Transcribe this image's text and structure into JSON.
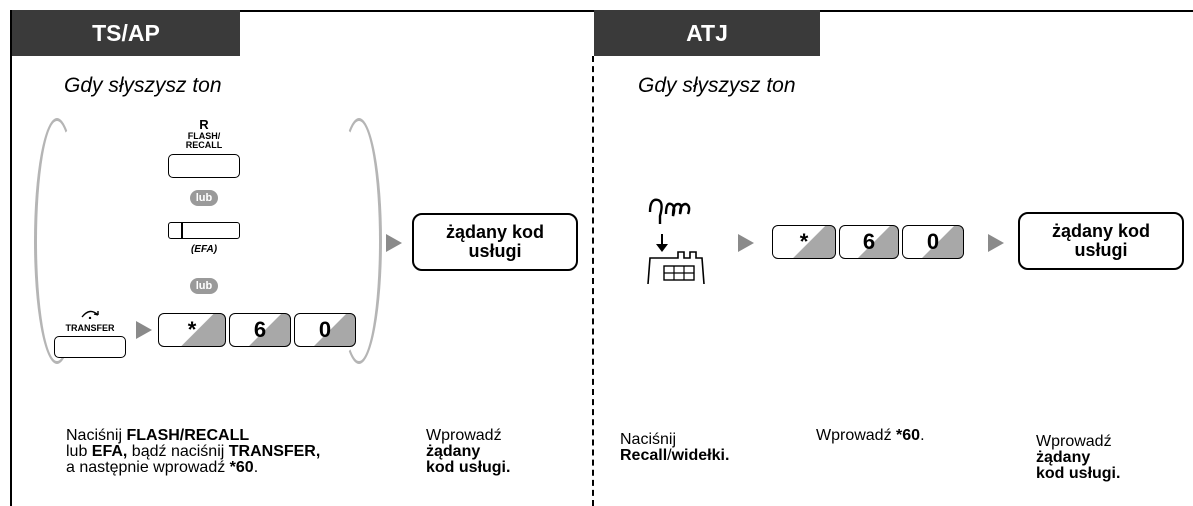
{
  "left_panel": {
    "tab_label": "TS/AP",
    "prompt": "Gdy słyszysz ton",
    "flash_key": {
      "letter": "R",
      "line1": "FLASH/",
      "line2": "RECALL"
    },
    "lub": "lub",
    "efa_label": "(EFA)",
    "transfer_label": "TRANSFER",
    "dial_keys": [
      "*",
      "6",
      "0"
    ],
    "service_box": {
      "line1": "żądany kod",
      "line2": "usługi"
    },
    "desc1": {
      "l1_a": "Naciśnij ",
      "l1_b": "FLASH",
      "l1_c": "/",
      "l1_d": "RECALL",
      "l2_a": "lub ",
      "l2_b": "EFA,",
      "l2_c": " bądź naciśnij ",
      "l2_d": "TRANSFER,",
      "l3_a": "a następnie wprowadź ",
      "l3_b": "*60",
      "l3_c": "."
    },
    "desc2": {
      "l1": "Wprowadź",
      "l2": "żądany",
      "l3": "kod usługi."
    }
  },
  "right_panel": {
    "tab_label": "ATJ",
    "prompt": "Gdy słyszysz ton",
    "dial_keys": [
      "*",
      "6",
      "0"
    ],
    "service_box": {
      "line1": "żądany kod",
      "line2": "usługi"
    },
    "desc1": {
      "l1": "Naciśnij",
      "l2_a": "Recall",
      "l2_b": "/",
      "l2_c": "widełki."
    },
    "desc2": {
      "l1_a": "Wprowadź ",
      "l1_b": "*60",
      "l1_c": "."
    },
    "desc3": {
      "l1": "Wprowadź",
      "l2": "żądany",
      "l3": "kod usługi."
    }
  },
  "colors": {
    "tab_bg": "#3a3a3a",
    "arrow": "#8a8a8a",
    "paren": "#b5b5b5",
    "key_shade": "#a8a8a8"
  },
  "icons": [
    "flash-recall-key-icon",
    "efa-key-icon",
    "transfer-key-icon",
    "hookswitch-icon"
  ]
}
